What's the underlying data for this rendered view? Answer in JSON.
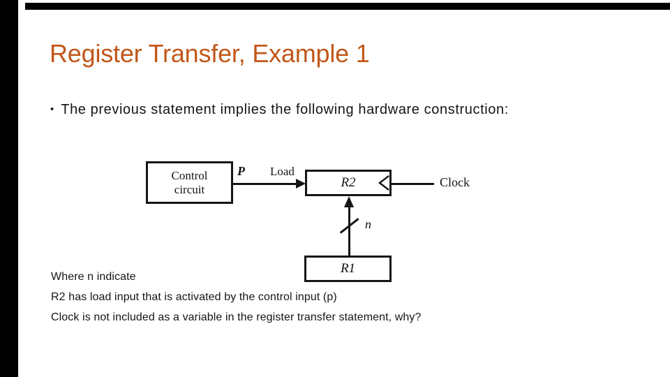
{
  "slide": {
    "title": "Register Transfer, Example 1",
    "bullet_marker": "•",
    "bullet_text": "The previous statement implies the following hardware construction:",
    "notes": [
      "Where n indicate",
      "R2 has load input that is activated by the control input (p)",
      "Clock is not included as a variable in the register transfer statement, why?"
    ]
  },
  "diagram": {
    "control_box_line1": "Control",
    "control_box_line2": "circuit",
    "p_signal": "P",
    "load_label": "Load",
    "r2_label": "R2",
    "clock_label": "Clock",
    "bus_width_label": "n",
    "r1_label": "R1"
  },
  "colors": {
    "title": "#C2571A",
    "bar": "#000000",
    "ink": "#151515"
  }
}
